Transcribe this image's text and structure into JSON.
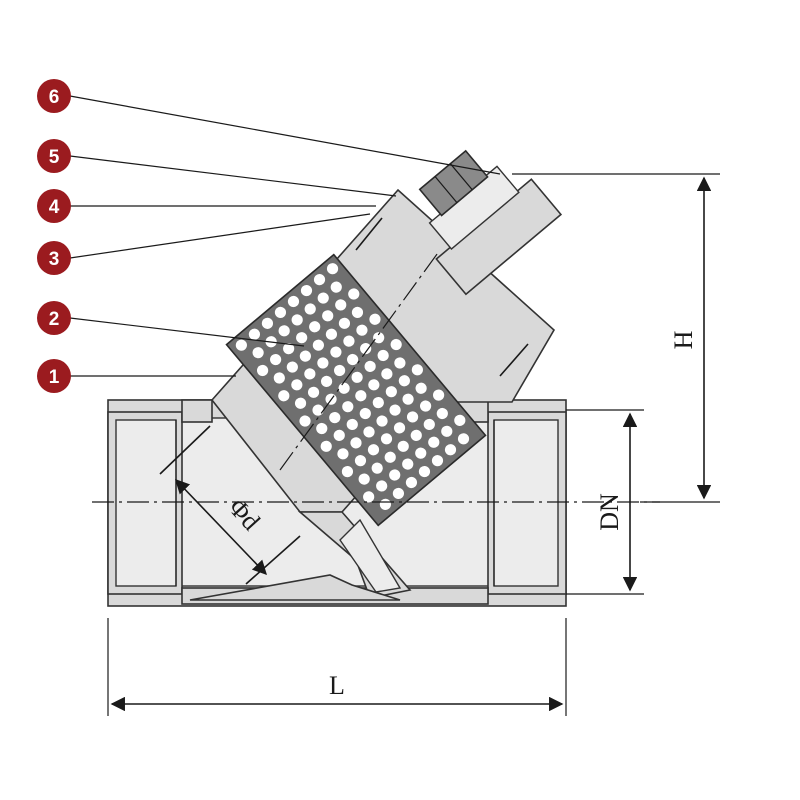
{
  "callouts": [
    {
      "number": "6"
    },
    {
      "number": "5"
    },
    {
      "number": "4"
    },
    {
      "number": "3"
    },
    {
      "number": "2"
    },
    {
      "number": "1"
    }
  ],
  "dimensions": {
    "height": "H",
    "nominal_diameter": "DN",
    "length": "L",
    "screen_diameter": "Φd"
  },
  "colors": {
    "callout_fill": "#9b1b1f",
    "body": "#d9d9d9",
    "screen": "#6f6f6f",
    "cap": "#8a8a8a"
  }
}
